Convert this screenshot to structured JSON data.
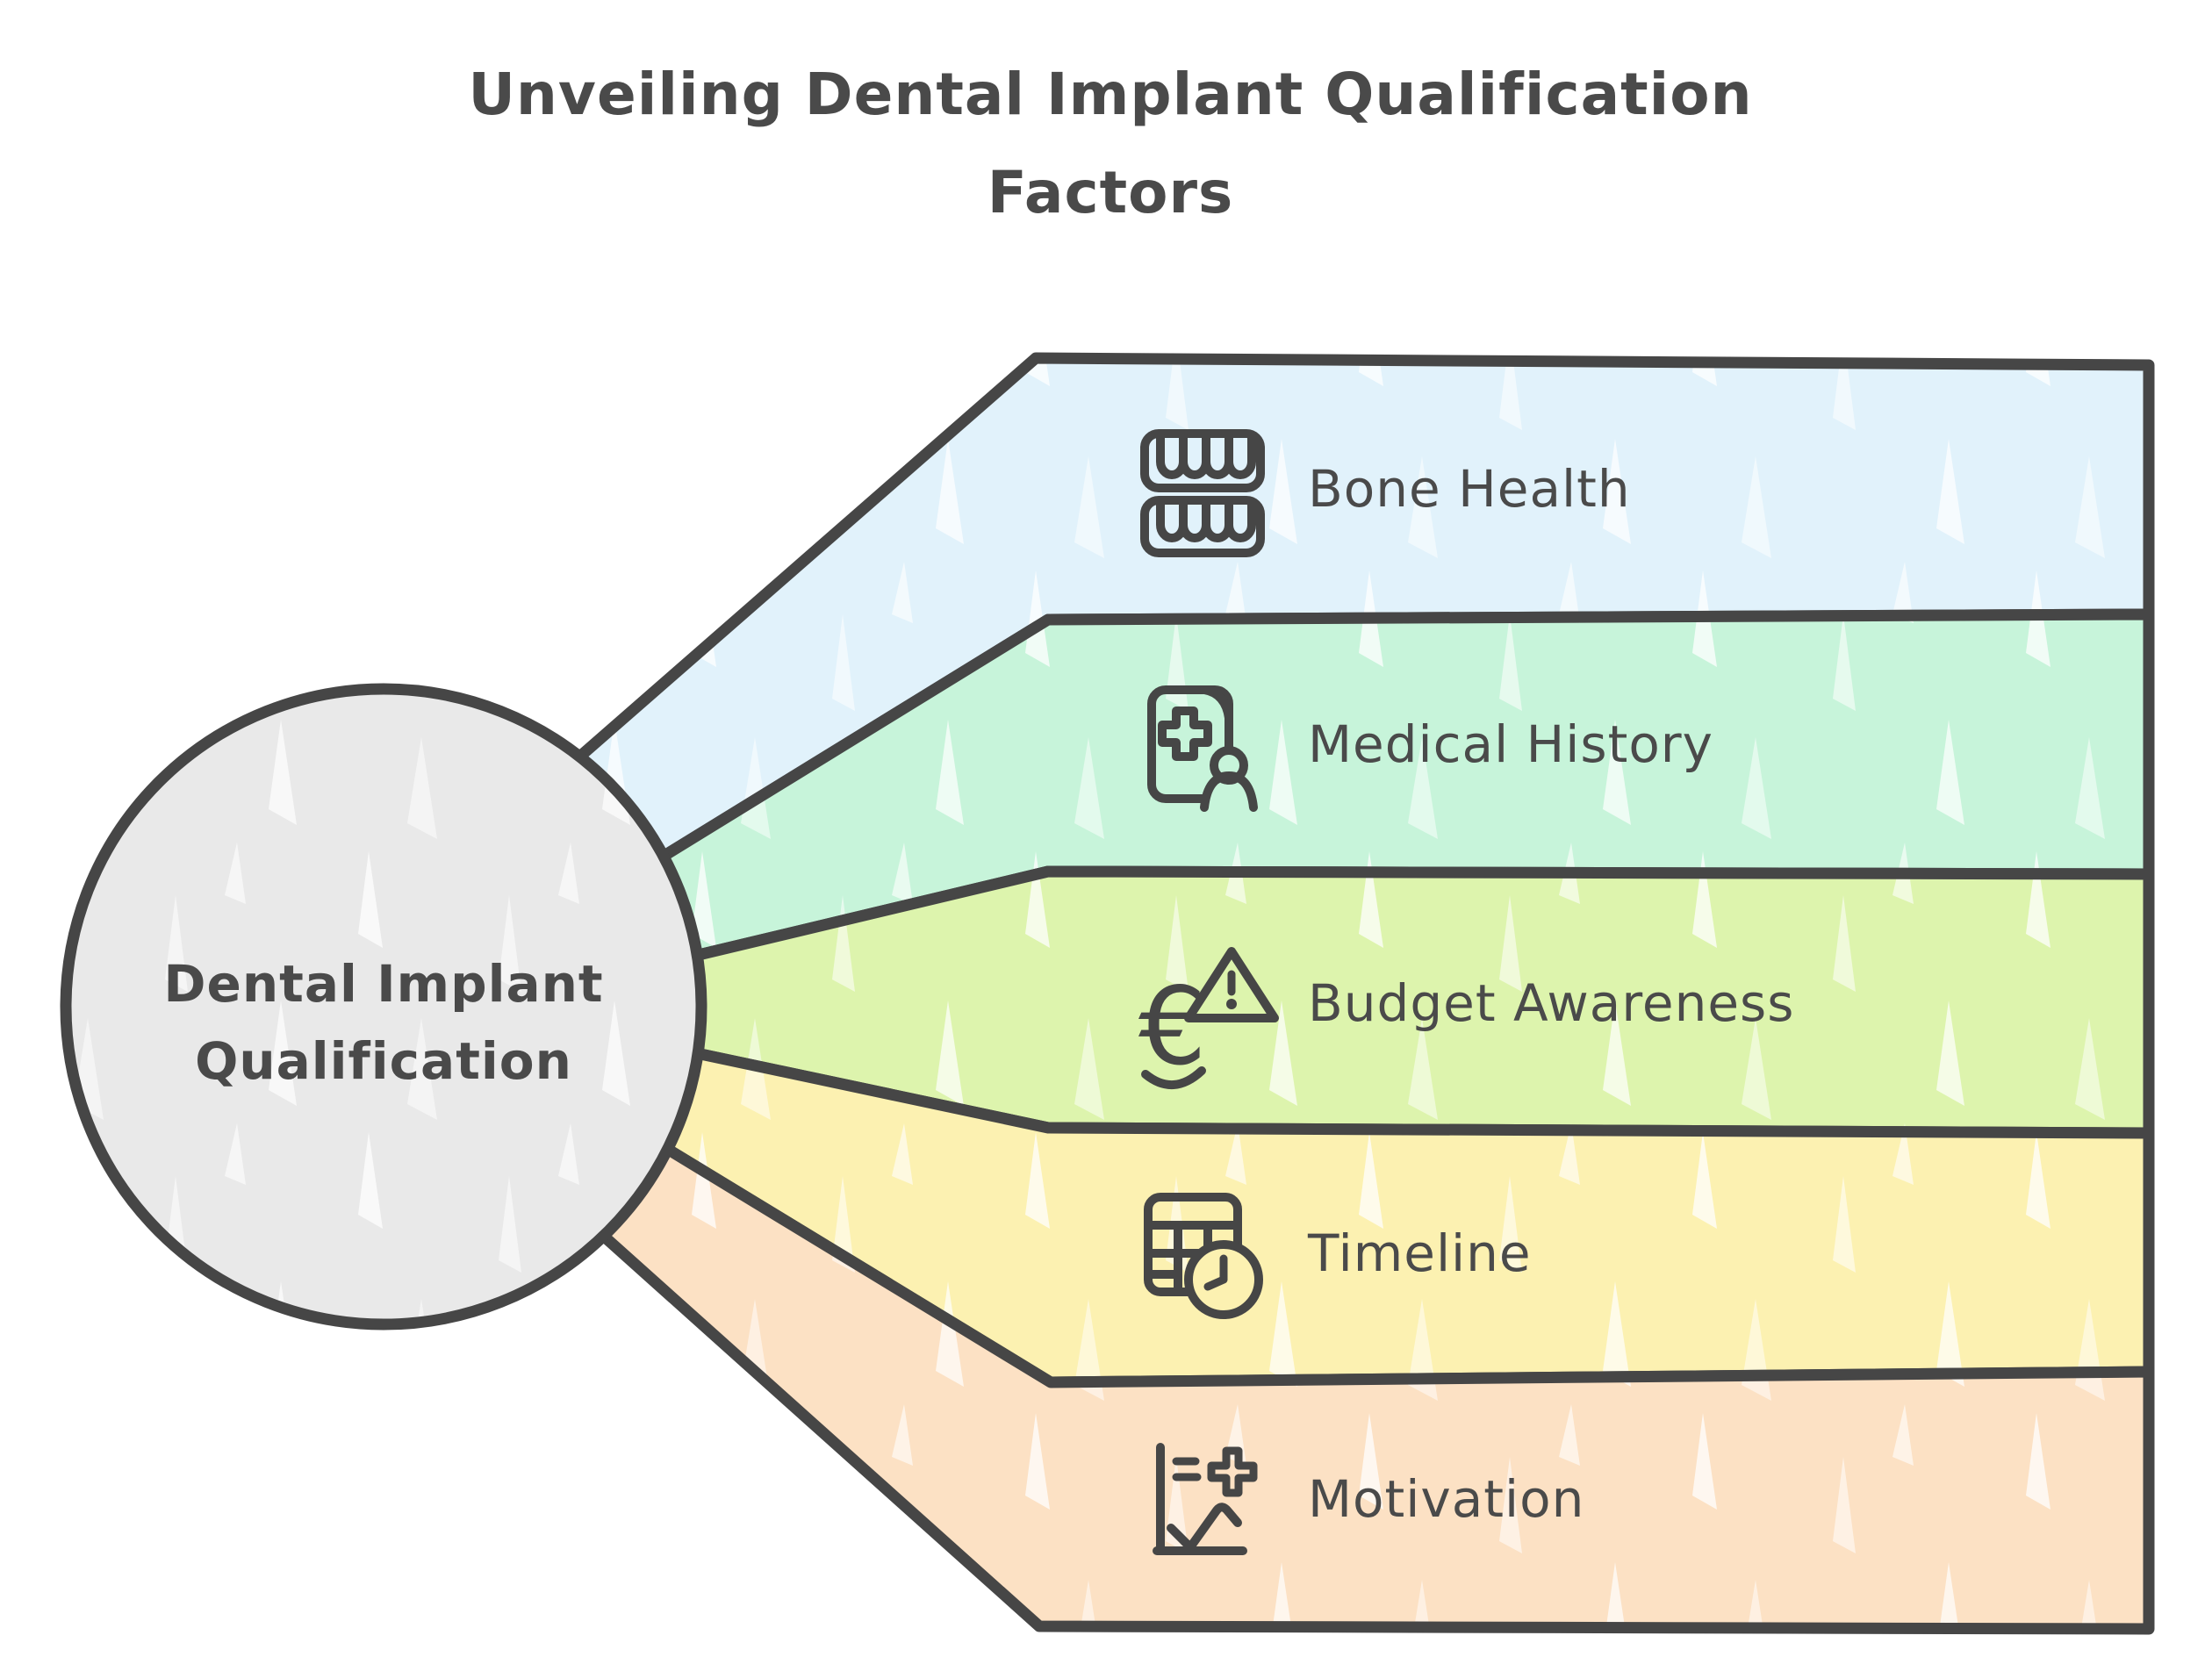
{
  "title": {
    "line1": "Unveiling Dental Implant Qualification",
    "line2": "Factors"
  },
  "center": {
    "label_line1": "Dental Implant",
    "label_line2": "Qualification"
  },
  "factors": [
    {
      "label": "Bone Health",
      "icon": "teeth-icon",
      "color": "#e1f2fb"
    },
    {
      "label": "Medical History",
      "icon": "medical-record-icon",
      "color": "#c7f4da"
    },
    {
      "label": "Budget Awareness",
      "icon": "euro-warning-icon",
      "color": "#ddf4ad",
      "symbol": "€"
    },
    {
      "label": "Timeline",
      "icon": "calendar-clock-icon",
      "color": "#fcf1b1"
    },
    {
      "label": "Motivation",
      "icon": "progress-chart-icon",
      "color": "#fce1c4"
    }
  ],
  "colors": {
    "outline": "#464646",
    "text": "#4a4a4a",
    "circle_fill": "#e9e9e9",
    "background": "#ffffff"
  }
}
